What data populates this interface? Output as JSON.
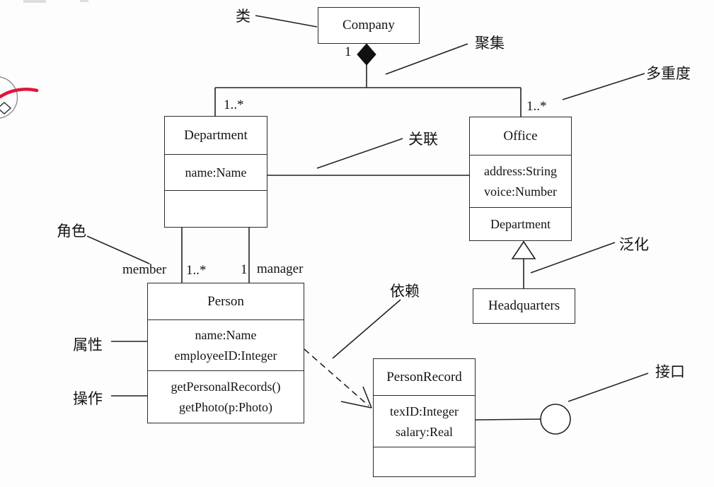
{
  "classes": {
    "company": {
      "name": "Company"
    },
    "department": {
      "name": "Department",
      "attributes": [
        "name:Name"
      ]
    },
    "office": {
      "name": "Office",
      "attributes": [
        "address:String",
        "voice:Number"
      ],
      "extra": "Department"
    },
    "person": {
      "name": "Person",
      "attributes": [
        "name:Name",
        "employeeID:Integer"
      ],
      "operations": [
        "getPersonalRecords()",
        "getPhoto(p:Photo)"
      ]
    },
    "personRecord": {
      "name": "PersonRecord",
      "attributes": [
        "texID:Integer",
        "salary:Real"
      ]
    },
    "headquarters": {
      "name": "Headquarters"
    }
  },
  "callouts": {
    "class": "类",
    "aggregation": "聚集",
    "multiplicity": "多重度",
    "association": "关联",
    "role": "角色",
    "attributes": "属性",
    "operations": "操作",
    "dependency": "依赖",
    "generalization": "泛化",
    "interface": "接口"
  },
  "edge_labels": {
    "company_mult": "1",
    "department_mult": "1..*",
    "office_mult": "1..*",
    "member_role": "member",
    "member_mult": "1..*",
    "manager_mult": "1",
    "manager_role": "manager"
  },
  "colors": {
    "line": "#222222",
    "marker_red": "#e0163c",
    "circle_gray": "#8f8f8f"
  }
}
